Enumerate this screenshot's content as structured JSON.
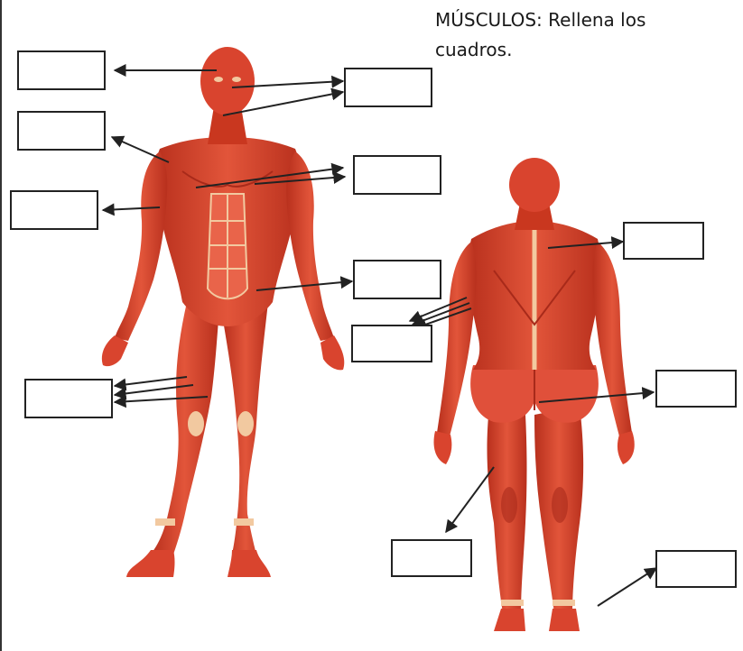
{
  "worksheet": {
    "instruction": "MÚSCULOS: Rellena los cuadros."
  },
  "figures": [
    {
      "name": "anterior-view",
      "icon": "muscular-body-front-icon"
    },
    {
      "name": "posterior-view",
      "icon": "muscular-body-back-icon"
    }
  ],
  "answer_boxes": [
    {
      "id": "front-head-left",
      "value": ""
    },
    {
      "id": "front-face-right",
      "value": ""
    },
    {
      "id": "front-shoulder-left",
      "value": ""
    },
    {
      "id": "front-chest-right",
      "value": ""
    },
    {
      "id": "front-arm-left",
      "value": ""
    },
    {
      "id": "front-abdomen-right",
      "value": ""
    },
    {
      "id": "front-thigh-left",
      "value": ""
    },
    {
      "id": "back-trapezius-right",
      "value": ""
    },
    {
      "id": "back-latissimus-left",
      "value": ""
    },
    {
      "id": "back-gluteus-right",
      "value": ""
    },
    {
      "id": "back-hamstring-left",
      "value": ""
    },
    {
      "id": "back-calf-right",
      "value": ""
    }
  ],
  "colors": {
    "muscle": "#d9442e",
    "muscle_dark": "#a82a1a",
    "tendon": "#f2c9a0",
    "skin_light": "#f0a080",
    "arrow": "#222222",
    "box_border": "#222222"
  }
}
